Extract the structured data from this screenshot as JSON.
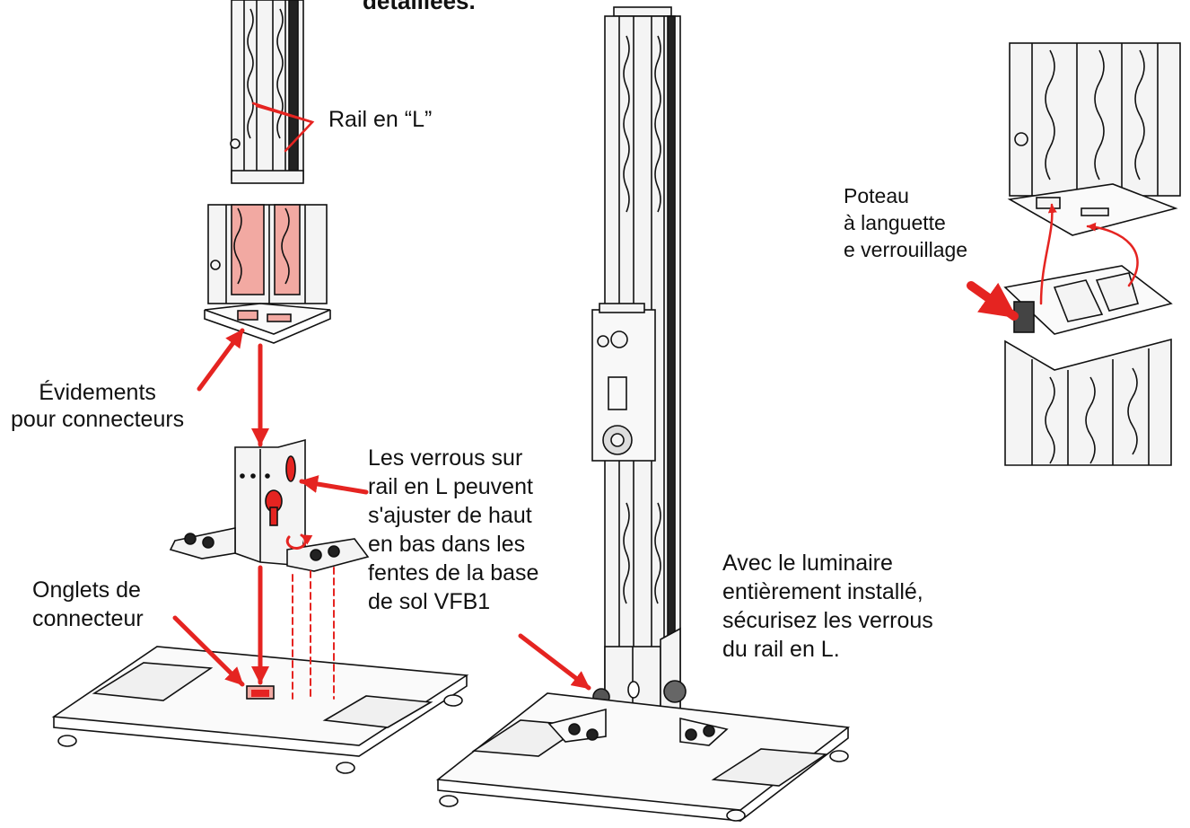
{
  "labels": {
    "top_cut": "détaillées.",
    "rail_l": "Rail en “L”",
    "evidements": "Évidements\npour connecteurs",
    "verrous": "Les verrous sur\nrail en L peuvent\ns'ajuster de haut\nen bas dans les\nfentes de la base\nde sol VFB1",
    "onglets": "Onglets de\nconnecteur",
    "avec": "Avec le luminaire\nentièrement installé,\nsécurisez les verrous\ndu rail en L.",
    "poteau": "Poteau\nà languette\ne verrouillage"
  },
  "colors": {
    "accent_red": "#e52421",
    "connector_fill": "#f2a9a2",
    "line": "#111111",
    "metal": "#f4f4f4"
  }
}
